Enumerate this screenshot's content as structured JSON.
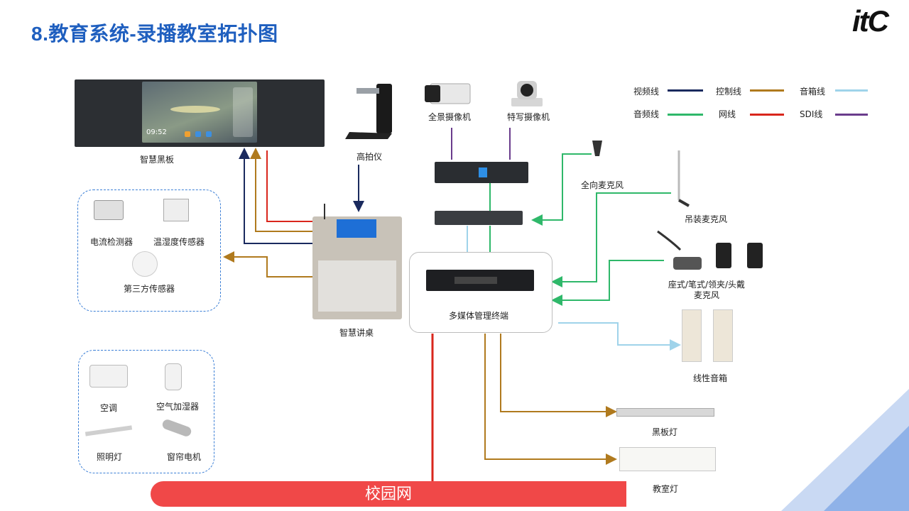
{
  "title": "8.教育系统-录播教室拓扑图",
  "logo": {
    "text": "itC"
  },
  "board_screen": {
    "time": "09:52"
  },
  "legend": [
    {
      "name": "视频线",
      "color": "#1a2a5e"
    },
    {
      "name": "控制线",
      "color": "#b07a1e"
    },
    {
      "name": "音箱线",
      "color": "#9fd3ea"
    },
    {
      "name": "音频线",
      "color": "#2fb86a"
    },
    {
      "name": "网线",
      "color": "#d9261c"
    },
    {
      "name": "SDI线",
      "color": "#6a3c8c"
    }
  ],
  "devices": {
    "smart_board": "智慧黑板",
    "visualizer": "高拍仪",
    "panorama_camera": "全景摄像机",
    "closeup_camera": "特写摄像机",
    "omni_mic": "全向麦克风",
    "hanging_mic": "吊装麦克风",
    "desk_mics": "座式/笔式/领夹/头戴\n麦克风",
    "line_speaker": "线性音箱",
    "smart_podium": "智慧讲桌",
    "media_terminal": "多媒体管理终端",
    "board_light": "黑板灯",
    "classroom_light": "教室灯",
    "current_detector": "电流检测器",
    "temp_humidity_sensor": "温湿度传感器",
    "third_party_sensor": "第三方传感器",
    "air_conditioner": "空调",
    "humidifier": "空气加湿器",
    "lighting": "照明灯",
    "curtain_motor": "窗帘电机"
  },
  "campus_network": "校园网"
}
